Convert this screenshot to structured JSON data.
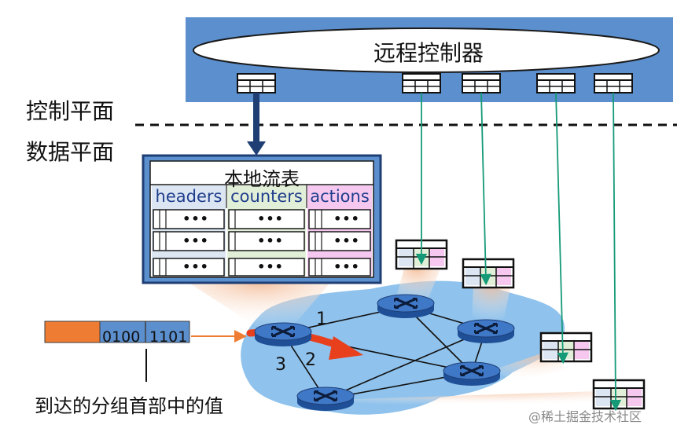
{
  "controller": {
    "label": "远程控制器"
  },
  "planes": {
    "control": "控制平面",
    "data": "数据平面"
  },
  "flow_table": {
    "title": "本地流表",
    "columns": {
      "headers": "headers",
      "counters": "counters",
      "actions": "actions"
    },
    "cell_text": "•••"
  },
  "packet": {
    "field_bits_1": "0100",
    "field_bits_2": "1101"
  },
  "links": {
    "one": "1",
    "two": "2",
    "three": "3"
  },
  "caption": "到达的分组首部中的值",
  "watermark": "@稀土掘金技术社区",
  "colors": {
    "controller_blue": "#5b8fce",
    "network_cloud": "#8fc2ec",
    "router_blue": "#2e5fa8",
    "flow_arrow": "#159a78",
    "orange_packet": "#ee7d33",
    "red_arrow": "#e8401c",
    "headers_col": "#dce6f2",
    "counters_col": "#e2efd8",
    "actions_col": "#f6c8f0"
  }
}
